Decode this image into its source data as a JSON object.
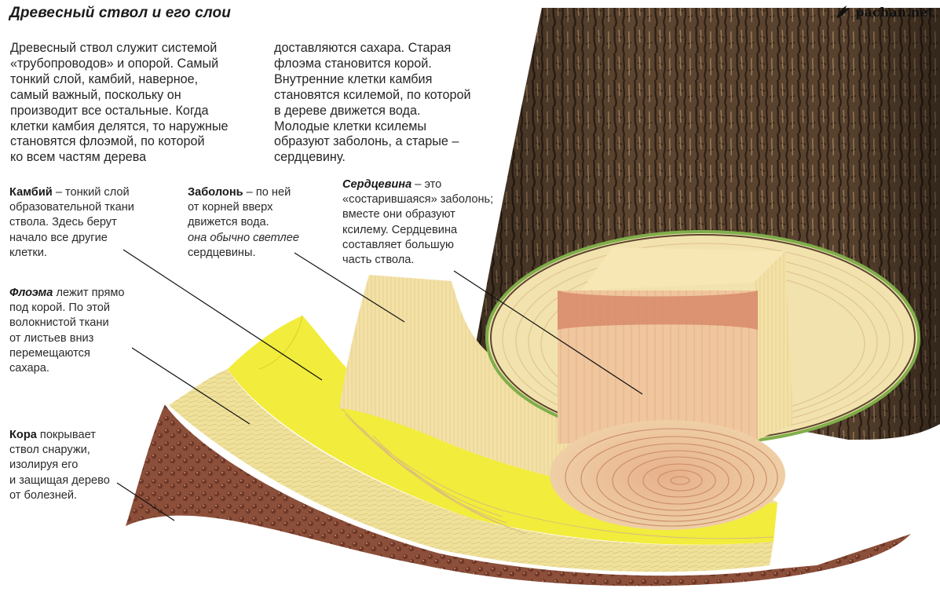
{
  "title": "Древесный ствол и его слои",
  "watermark": "pachan.net",
  "intro": {
    "col1": [
      "Древесный ствол служит системой",
      "«трубопроводов» и опорой. Самый",
      "тонкий слой, камбий, наверное,",
      "самый важный, поскольку он",
      "производит все остальные. Когда",
      "клетки камбия делятся, то наружные",
      "становятся флоэмой, по которой",
      "ко всем частям дерева"
    ],
    "col2": [
      "доставляются сахара. Старая",
      "флоэма становится корой.",
      "Внутренние клетки камбия",
      "становятся ксилемой, по которой",
      "в дереве движется вода.",
      "Молодые клетки ксилемы",
      "образуют заболонь, а старые –",
      "сердцевину."
    ]
  },
  "labels": {
    "cambium": {
      "term": "Камбий",
      "rest": [
        " – тонкий слой",
        "образовательной ткани",
        "ствола. Здесь берут",
        "начало все другие",
        "клетки."
      ]
    },
    "sapwood": {
      "term": "Заболонь",
      "rest": [
        " – по ней",
        "от корней вверх",
        "движется вода.",
        "она обычно светлее",
        "сердцевины."
      ]
    },
    "heartwood": {
      "term": "Сердцевина",
      "rest": [
        " – это",
        "«состарившаяся» заболонь;",
        "вместе они образуют",
        "ксилему. Сердцевина",
        "составляет большую",
        "часть ствола."
      ]
    },
    "phloem": {
      "term": "Флоэма",
      "rest": [
        " лежит прямо",
        "под корой. По этой",
        "волокнистой ткани",
        "от листьев вниз",
        "перемещаются",
        "сахара."
      ]
    },
    "bark": {
      "term": "Кора",
      "rest": [
        " покрывает",
        "ствол снаружи,",
        "изолируя его",
        "и защищая дерево",
        "от болезней."
      ]
    }
  },
  "colors": {
    "bark_dark": "#4a3624",
    "bark_mid": "#7a5c3e",
    "bark_strip": "#8a4a36",
    "phloem": "#f0e39a",
    "cambium": "#f3ee3a",
    "sapwood": "#f4e3a4",
    "heartwood": "#e9b48a",
    "heartwood_core": "#efc19a",
    "cambium_ring": "#7fae4a",
    "leader_line": "#111111"
  }
}
